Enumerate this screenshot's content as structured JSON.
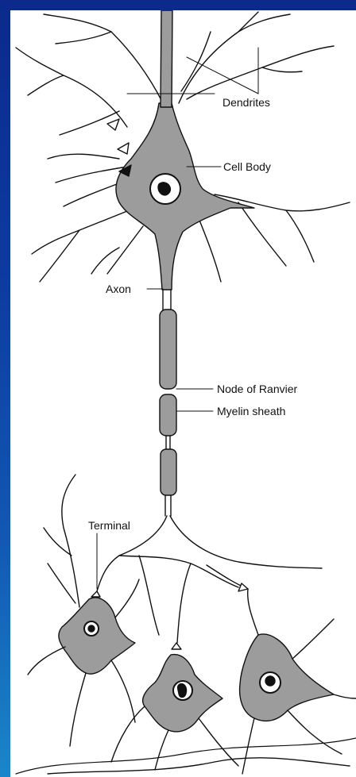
{
  "labels": {
    "dendrites": "Dendrites",
    "cell_body": "Cell Body",
    "axon": "Axon",
    "node_of_ranvier": "Node of Ranvier",
    "myelin_sheath": "Myelin sheath",
    "terminal": "Terminal"
  },
  "colors": {
    "background_top": "#0b2a8c",
    "background_bottom": "#1a86c9",
    "cell_fill": "#9c9c9c",
    "line": "#111111"
  }
}
